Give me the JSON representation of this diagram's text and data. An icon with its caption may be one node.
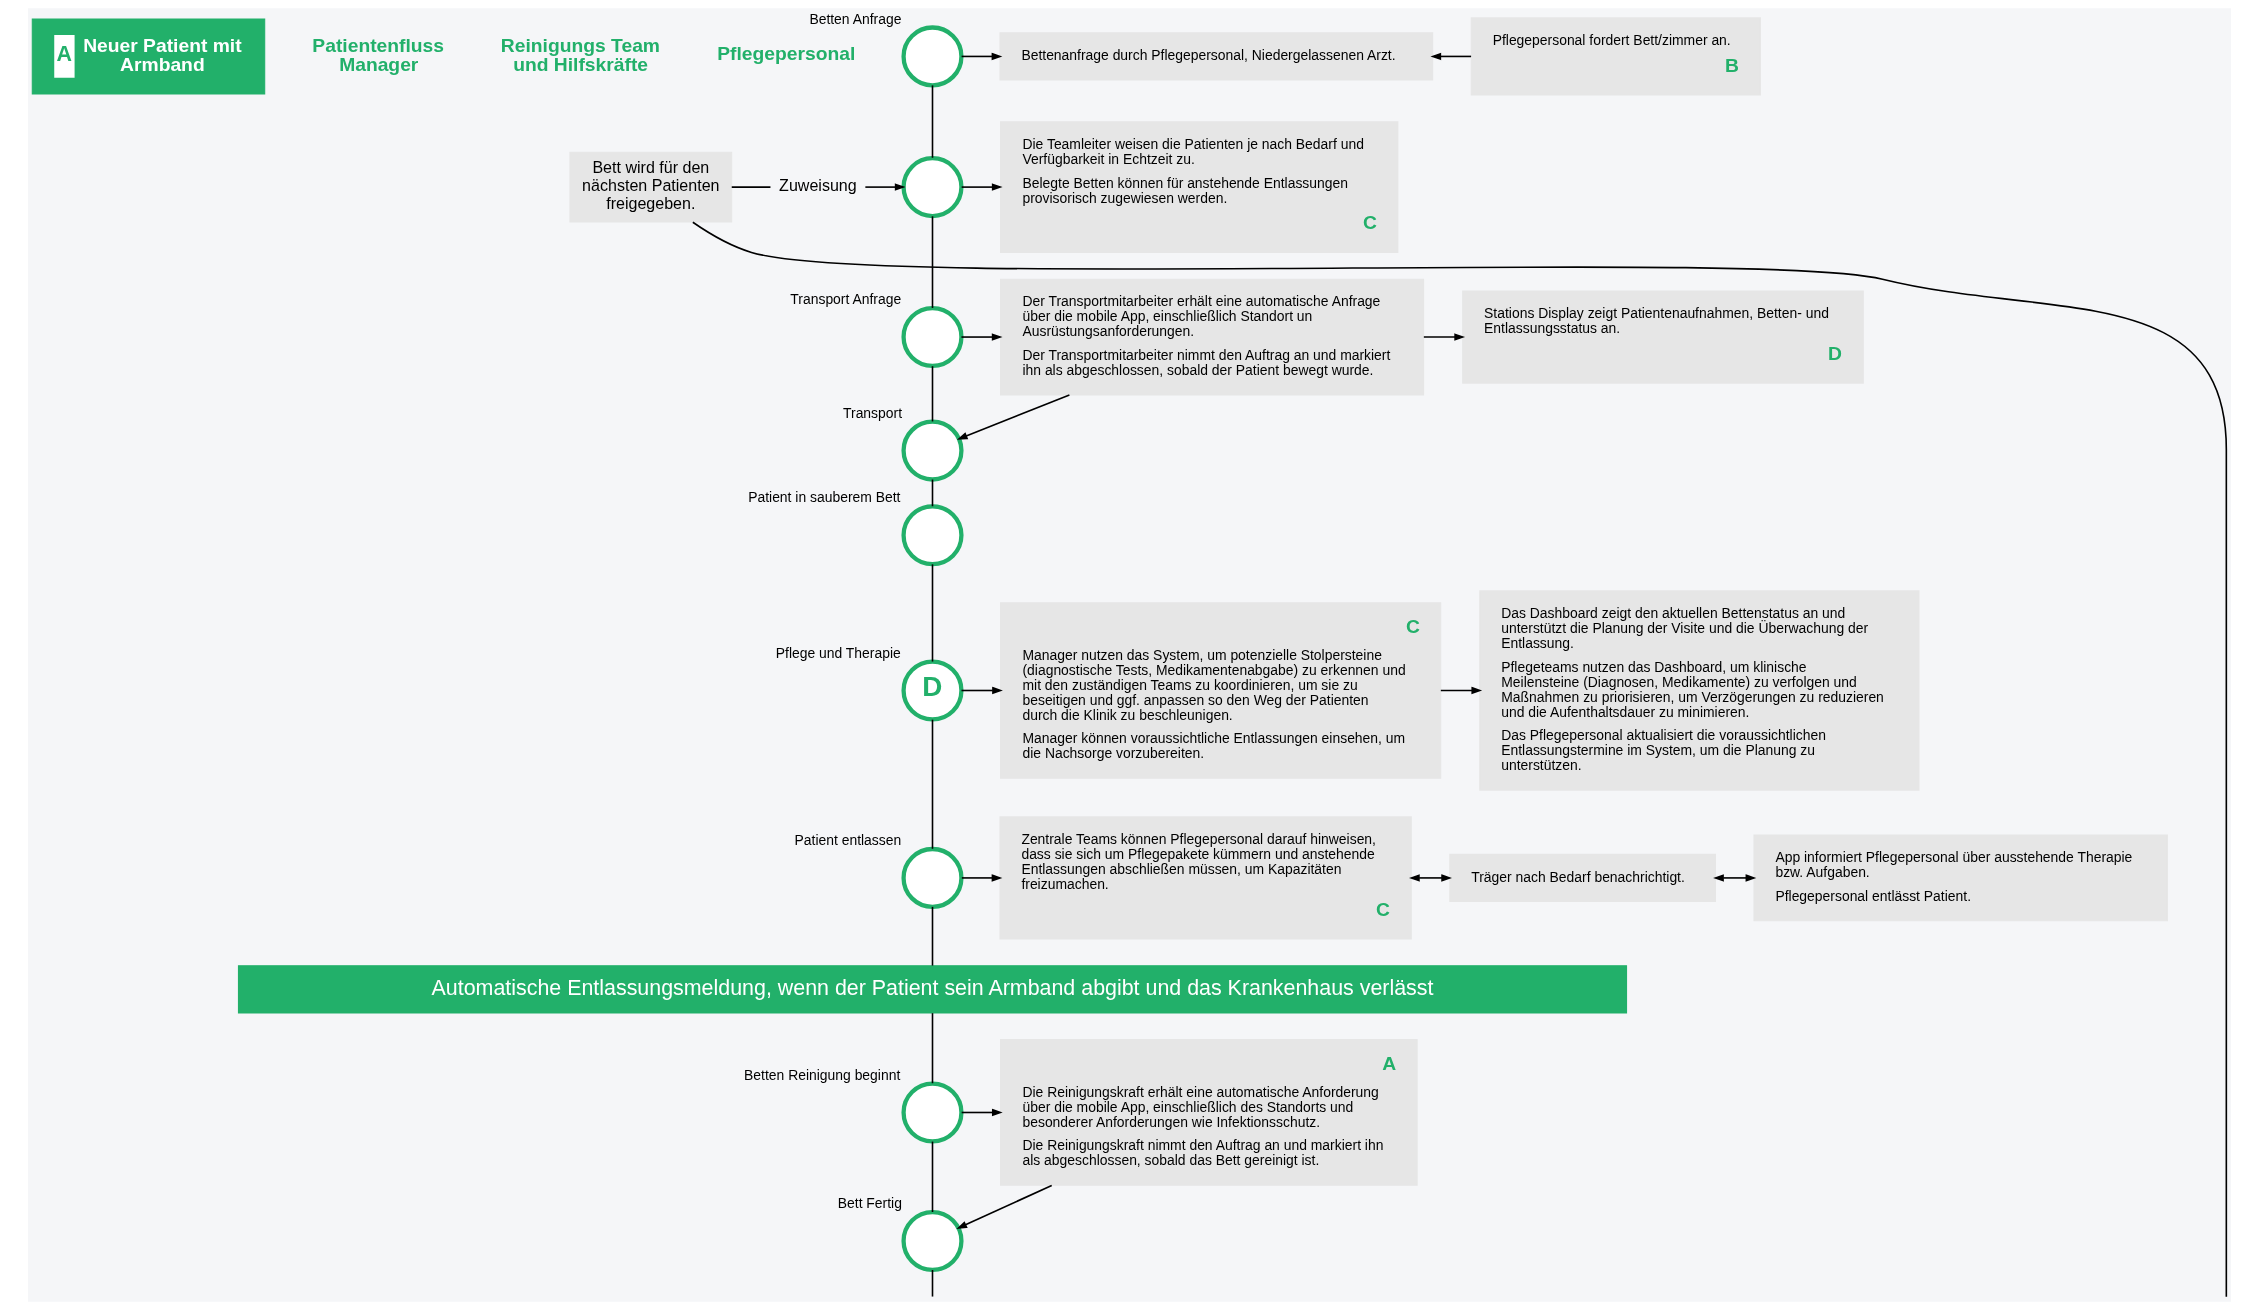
{
  "diagram": {
    "nodes": [
      {
        "text": [
          "A",
          "Neuer Patient mit Armband"
        ]
      },
      {
        "text": [],
        "shape": "circle",
        "beside": [
          "Betten Anfrage"
        ]
      },
      {
        "text": [
          "Zuweisung"
        ]
      },
      {
        "text": [],
        "shape": "circle"
      },
      {
        "text": [],
        "shape": "circle",
        "beside": [
          "Transport Anfrage"
        ]
      },
      {
        "text": [],
        "shape": "circle",
        "beside": [
          "Transport"
        ]
      },
      {
        "text": [],
        "shape": "circle",
        "beside": [
          "Patient in sauberem Bett"
        ]
      },
      {
        "text": [
          "D"
        ],
        "beside": [
          "Pflege und Therapie"
        ]
      },
      {
        "text": [],
        "shape": "circle",
        "beside": [
          "Patient entlassen"
        ]
      },
      {
        "text": [
          "Automatische Entlassungsmeldung, wenn der Patient sein Armband abgibt und das Krankenhaus verlässt"
        ]
      },
      {
        "text": [],
        "shape": "circle",
        "beside": [
          "Betten Reinigung beginnt"
        ]
      },
      {
        "text": [],
        "shape": "circle",
        "beside": [
          "Bett Fertig"
        ]
      },
      {
        "text": [
          "Bett wird für den nächsten Patienten freigegeben."
        ]
      },
      {
        "text": [
          "Bettenanfrage durch Pflegepersonal, Niedergelassenen Arzt."
        ]
      },
      {
        "text": [
          "Pflegepersonal fordert Bett/zimmer an.",
          "B"
        ]
      },
      {
        "text": [
          "Die Teamleiter weisen die Patienten je nach Bedarf und Verfügbarkeit in Echtzeit zu.",
          "Belegte Betten können für anstehende Entlassungen provisorisch zugewiesen werden.",
          "C"
        ]
      },
      {
        "text": [
          "Der Transportmitarbeiter erhält eine automatische Anfrage über die mobile App, einschließlich Standort un Ausrüstungsanforderungen.",
          "Der Transportmitarbeiter nimmt den Auftrag an und markiert ihn als abgeschlossen, sobald der Patient bewegt wurde."
        ]
      },
      {
        "text": [
          "Stations Display zeigt Patientenaufnahmen, Betten- und Entlassungsstatus an.",
          "D"
        ]
      },
      {
        "text": [
          "C",
          "Manager nutzen das System, um potenzielle Stolpersteine (diagnostische Tests, Medikamentenabgabe) zu erkennen und mit den zuständigen Teams zu koordinieren, um sie zu beseitigen und ggf. anpassen so den Weg der Patienten durch die Klinik zu beschleunigen.",
          "Manager können voraussichtliche Entlassungen einsehen, um die Nachsorge vorzubereiten."
        ]
      },
      {
        "text": [
          "Das Dashboard zeigt den aktuellen Bettenstatus an und unterstützt die Planung der Visite und die Überwachung der Entlassung.",
          "Pflegeteams nutzen das Dashboard, um klinische Meilensteine (Diagnosen, Medikamente) zu verfolgen und Maßnahmen zu priorisieren, um Verzögerungen zu reduzieren und die Aufenthaltsdauer zu minimieren.",
          "Das Pflegepersonal aktualisiert die voraussichtlichen Entlassungstermine im System, um die Planung zu unterstützen."
        ]
      },
      {
        "text": [
          "Zentrale Teams können Pflegepersonal darauf hinweisen, dass sie sich um Pflegepakete kümmern und anstehende Entlassungen abschließen müssen, um Kapazitäten freizumachen.",
          "C"
        ]
      },
      {
        "text": [
          "Träger nach Bedarf benachrichtigt."
        ]
      },
      {
        "text": [
          "App informiert Pflegepersonal über ausstehende Therapie bzw. Aufgaben.",
          "Pflegepersonal entlässt Patient."
        ]
      },
      {
        "text": [
          "A",
          "Die Reinigungskraft erhält eine automatische Anforderung über die mobile App, einschließlich des Standorts und besonderer Anforderungen wie Infektionsschutz.",
          "Die Reinigungskraft nimmt den Auftrag an und markiert ihn als abgeschlossen, sobald das Bett gereinigt ist."
        ]
      }
    ],
    "edges": [
      {
        "from": 1,
        "to": 13,
        "arrow": "to"
      },
      {
        "from": 14,
        "to": 13,
        "arrow": "to"
      },
      {
        "from": 12,
        "to": 2,
        "arrow": "none"
      },
      {
        "from": 2,
        "to": 3,
        "arrow": "to"
      },
      {
        "from": 3,
        "to": 15,
        "arrow": "to"
      },
      {
        "from": 4,
        "to": 16,
        "arrow": "to"
      },
      {
        "from": 16,
        "to": 17,
        "arrow": "to"
      },
      {
        "from": 16,
        "to": 5,
        "arrow": "to"
      },
      {
        "from": 7,
        "to": 18,
        "arrow": "to"
      },
      {
        "from": 18,
        "to": 19,
        "arrow": "to"
      },
      {
        "from": 8,
        "to": 20,
        "arrow": "to"
      },
      {
        "from": 20,
        "to": 21,
        "arrow": "both"
      },
      {
        "from": 21,
        "to": 22,
        "arrow": "both"
      },
      {
        "from": 10,
        "to": 23,
        "arrow": "to"
      },
      {
        "from": 23,
        "to": 11,
        "arrow": "to"
      },
      {
        "from": 1,
        "to": 3,
        "arrow": "none"
      },
      {
        "from": 3,
        "to": 4,
        "arrow": "none"
      },
      {
        "from": 4,
        "to": 5,
        "arrow": "none"
      },
      {
        "from": 5,
        "to": 6,
        "arrow": "none"
      },
      {
        "from": 6,
        "to": 7,
        "arrow": "none"
      },
      {
        "from": 7,
        "to": 8,
        "arrow": "none"
      },
      {
        "from": 8,
        "to": 9,
        "arrow": "none"
      },
      {
        "from": 9,
        "to": 10,
        "arrow": "none"
      },
      {
        "from": 10,
        "to": 11,
        "arrow": "none"
      },
      {
        "from": 11,
        "to": null,
        "arrow": "none"
      },
      {
        "from": 12,
        "to": null,
        "arrow": "none"
      }
    ],
    "labels": [
      "Patientenfluss Manager",
      "Reinigungs Team und Hilfskräfte",
      "Pflegepersonal"
    ]
  }
}
